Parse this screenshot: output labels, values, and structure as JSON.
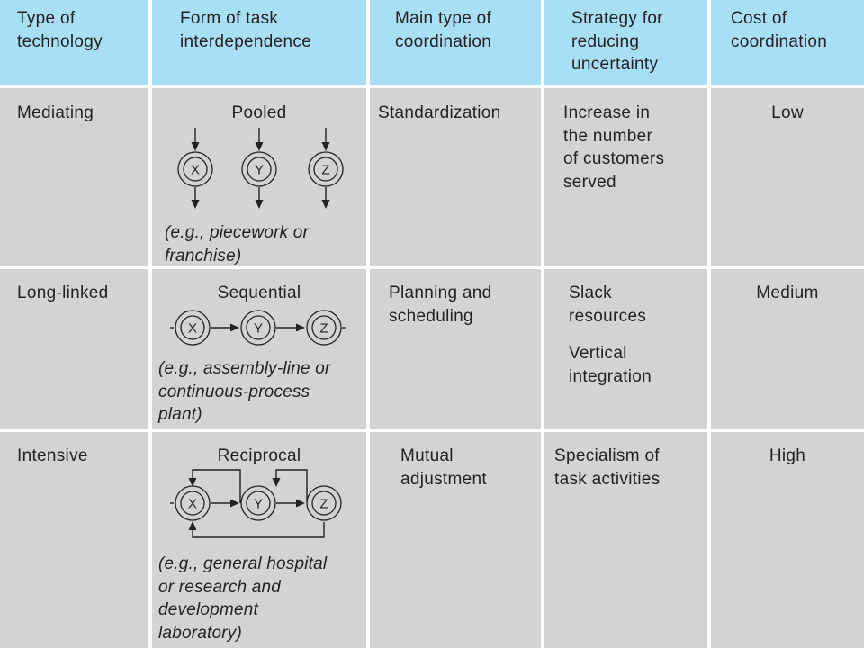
{
  "headers": [
    "Type of\ntechnology",
    "Form of task\ninterdependence",
    "Main type of\ncoordination",
    "Strategy for\nreducing\nuncertainty",
    "Cost of\ncoordination"
  ],
  "rows": [
    {
      "technology": "Mediating",
      "interdependence": "Pooled",
      "nodes": [
        "X",
        "Y",
        "Z"
      ],
      "example": "(e.g., piecework or\nfranchise)",
      "coordination": "Standardization",
      "strategy": [
        "Increase in\nthe number\nof customers\nserved"
      ],
      "cost": "Low"
    },
    {
      "technology": "Long-linked",
      "interdependence": "Sequential",
      "nodes": [
        "X",
        "Y",
        "Z"
      ],
      "example": "(e.g., assembly-line or\ncontinuous-process\nplant)",
      "coordination": "Planning and\nscheduling",
      "strategy": [
        "Slack\nresources",
        "Vertical\nintegration"
      ],
      "cost": "Medium"
    },
    {
      "technology": "Intensive",
      "interdependence": "Reciprocal",
      "nodes": [
        "X",
        "Y",
        "Z"
      ],
      "example": "(e.g., general hospital\nor research and\ndevelopment\nlaboratory)",
      "coordination": "Mutual\nadjustment",
      "strategy": [
        "Specialism of\ntask activities"
      ],
      "cost": "High"
    }
  ]
}
